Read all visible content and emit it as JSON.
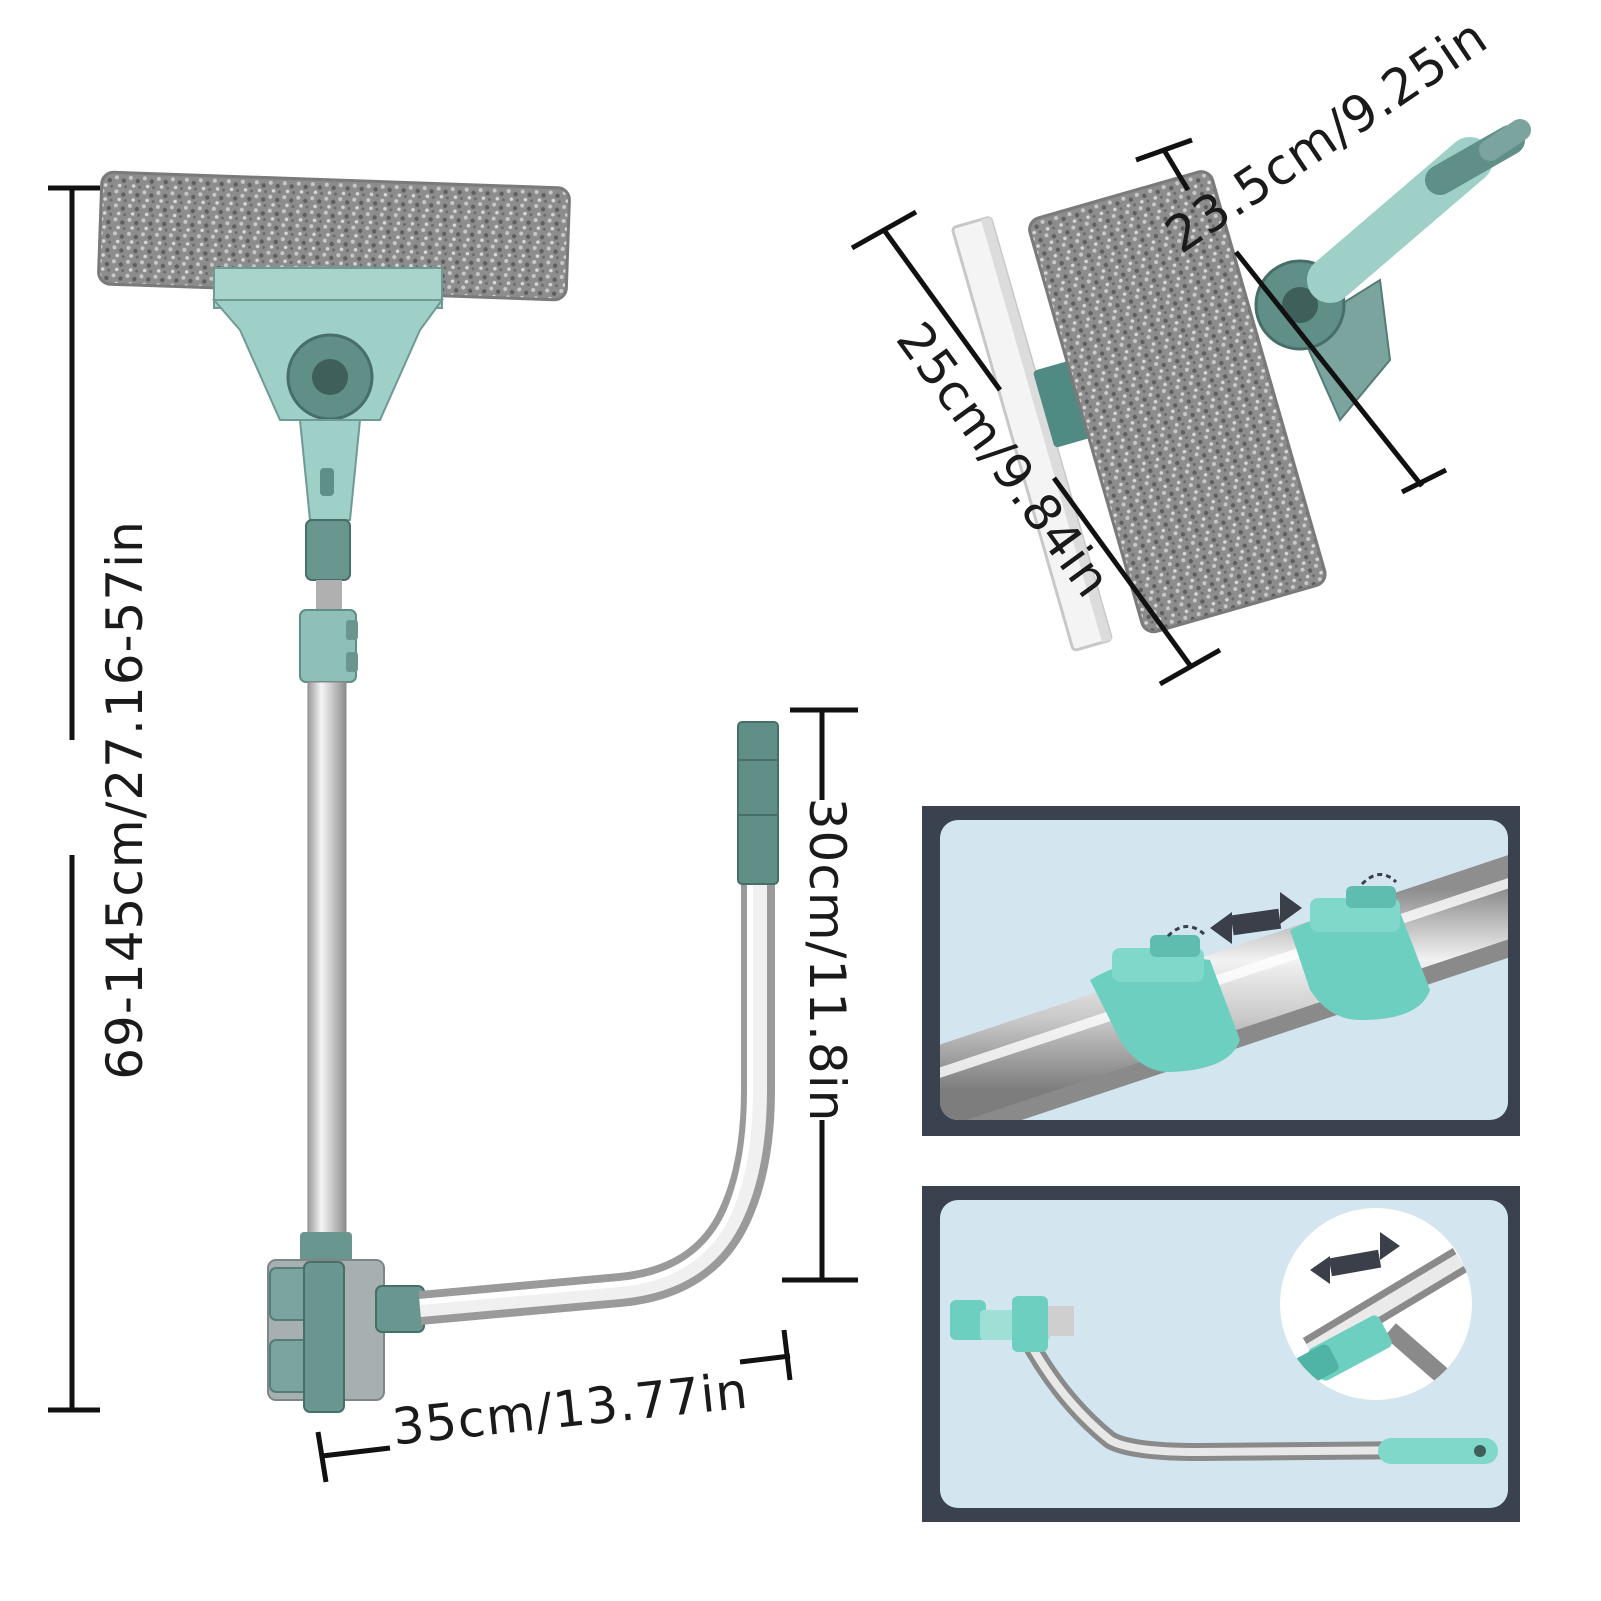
{
  "dimensions": {
    "total_length": "69-145cm/27.16-57in",
    "extension_height": "30cm/11.8in",
    "extension_width": "35cm/13.77in",
    "squeegee_width": "25cm/9.84in",
    "pad_width": "23.5cm/9.25in"
  },
  "colors": {
    "teal": "#5f8f87",
    "light_teal": "#9fd0c8",
    "mint": "#6dcfc0",
    "panel_border": "#3a4250",
    "panel_bg": "#d3e5ee",
    "pad_gray": "#8a8a8a"
  },
  "panels": [
    {
      "id": "clamp-detail",
      "depicts": "adjustable clamps on pole"
    },
    {
      "id": "bent-extension",
      "depicts": "bent extension pole with zoom inset"
    }
  ]
}
